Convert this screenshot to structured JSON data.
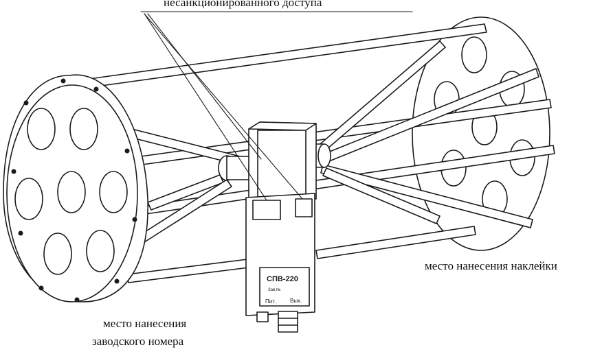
{
  "labels": {
    "unauthorized_access": "несанкционированного доступа",
    "sticker_place": "место нанесения наклейки",
    "serial_place_line1": "место нанесения",
    "serial_place_line2": "заводского номера"
  },
  "device_plate": {
    "model": "СПВ-220",
    "serial_caption": "Зав.№",
    "port_left": "Пит.",
    "port_right": "Вых."
  },
  "colors": {
    "stroke": "#1a1a1a",
    "background": "#ffffff"
  }
}
